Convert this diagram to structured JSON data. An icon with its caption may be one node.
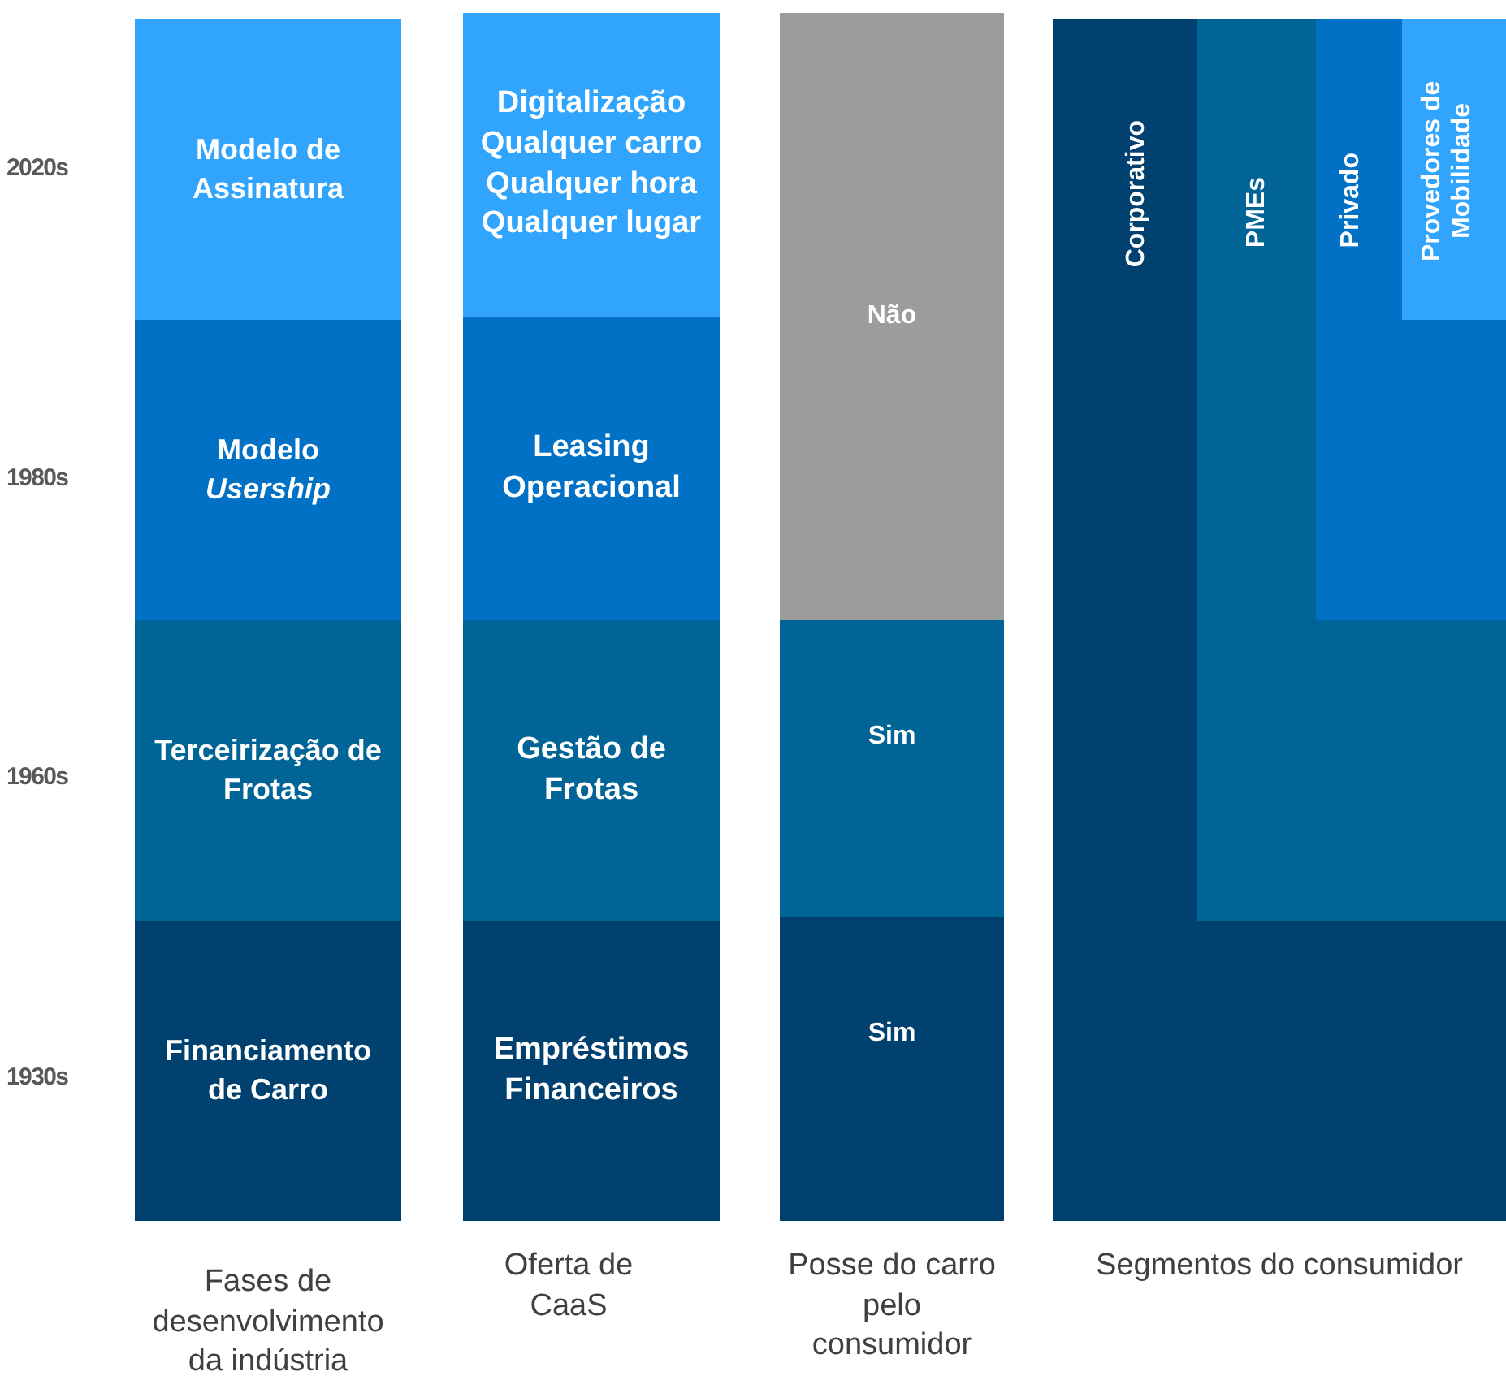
{
  "diagram": {
    "nodes": [
      {
        "text": [
          "Modelo de Assinatura"
        ]
      },
      {
        "text": [
          "Modelo *Usership*"
        ]
      },
      {
        "text": [
          "Terceirização de Frotas"
        ]
      },
      {
        "text": [
          "Financiamento de Carro"
        ]
      },
      {
        "text": [
          "Digitalização Qualquer carro Qualquer hora Qualquer lugar"
        ]
      },
      {
        "text": [
          "Leasing Operacional"
        ]
      },
      {
        "text": [
          "Gestão de Frotas"
        ]
      },
      {
        "text": [
          "Empréstimos Financeiros"
        ]
      },
      {
        "text": [
          "Não"
        ]
      },
      {
        "text": [
          "Sim"
        ]
      },
      {
        "text": [
          "Sim"
        ]
      },
      {
        "text": [
          "Corporativo"
        ]
      },
      {
        "text": [
          "PMEs"
        ],
        "in": 11
      },
      {
        "text": [
          "Privado"
        ],
        "in": 12
      },
      {
        "text": [
          "Provedores de Mobilidade"
        ],
        "in": 13
      }
    ],
    "labels": [
      "2020s",
      "1980s",
      "1960s",
      "1930s",
      "Fases de desenvolvimento da indústria",
      "Oferta de CaaS",
      "Posse do carro pelo consumidor",
      "Segmentos do consumidor"
    ]
  }
}
